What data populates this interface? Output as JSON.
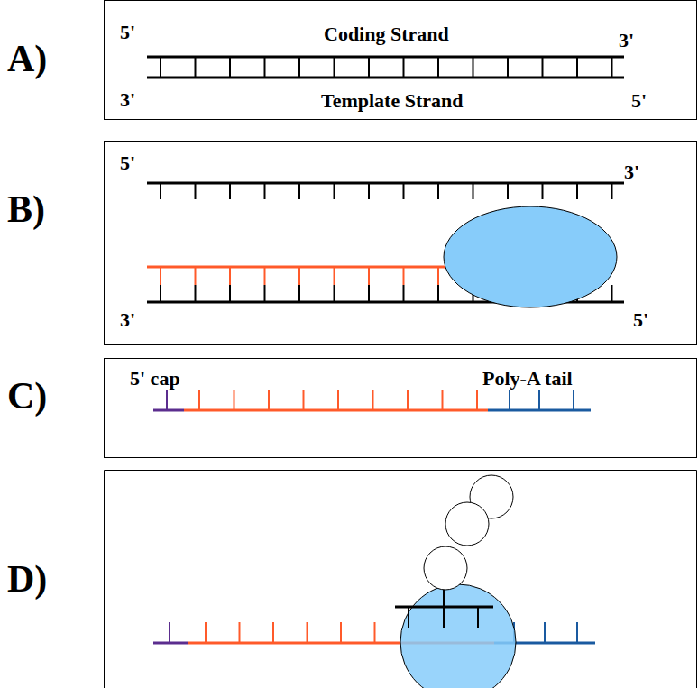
{
  "diagram": {
    "nodes": [
      {
        "text": [
          "A)",
          "5'",
          "Coding Strand",
          "3'",
          "3'",
          "Template Strand",
          "5'"
        ]
      },
      {
        "text": [
          "B)",
          "5'",
          "3'",
          "3'",
          "5'"
        ]
      },
      {
        "text": [
          "C)",
          "5' cap",
          "Poly-A tail"
        ]
      },
      {
        "text": [
          "D)"
        ]
      }
    ]
  }
}
